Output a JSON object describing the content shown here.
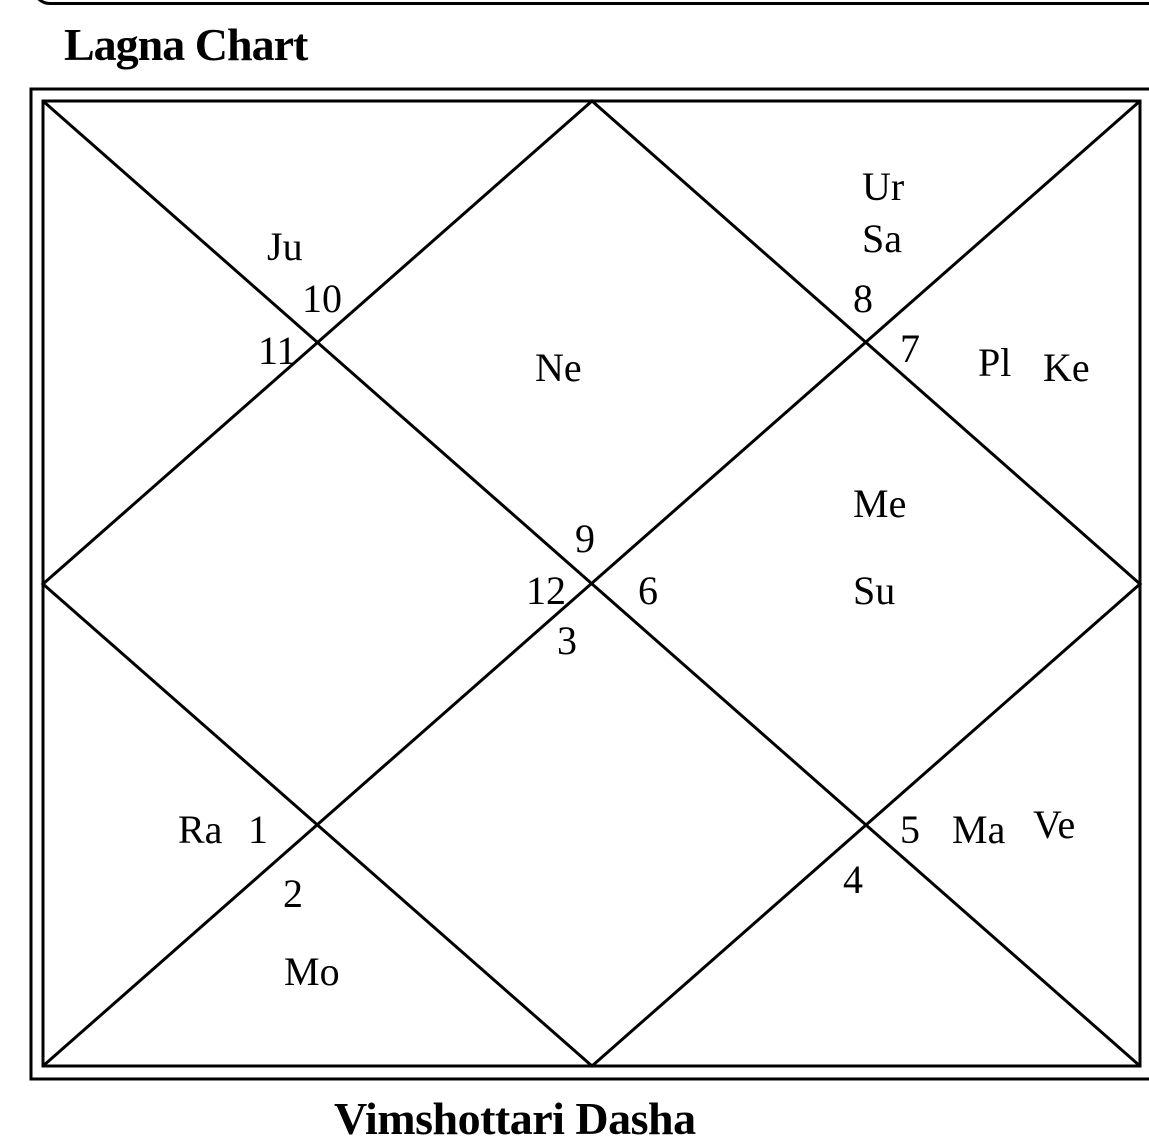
{
  "title": "Lagna Chart",
  "next_section_title": "Vimshottari Dasha",
  "houses": {
    "h1": "1",
    "h2": "2",
    "h3": "3",
    "h4": "4",
    "h5": "5",
    "h6": "6",
    "h7": "7",
    "h8": "8",
    "h9": "9",
    "h10": "10",
    "h11": "11",
    "h12": "12"
  },
  "planets": {
    "ju": "Ju",
    "ur": "Ur",
    "sa": "Sa",
    "ne": "Ne",
    "pl": "Pl",
    "ke": "Ke",
    "me": "Me",
    "su": "Su",
    "ra": "Ra",
    "mo": "Mo",
    "ma": "Ma",
    "ve": "Ve"
  }
}
